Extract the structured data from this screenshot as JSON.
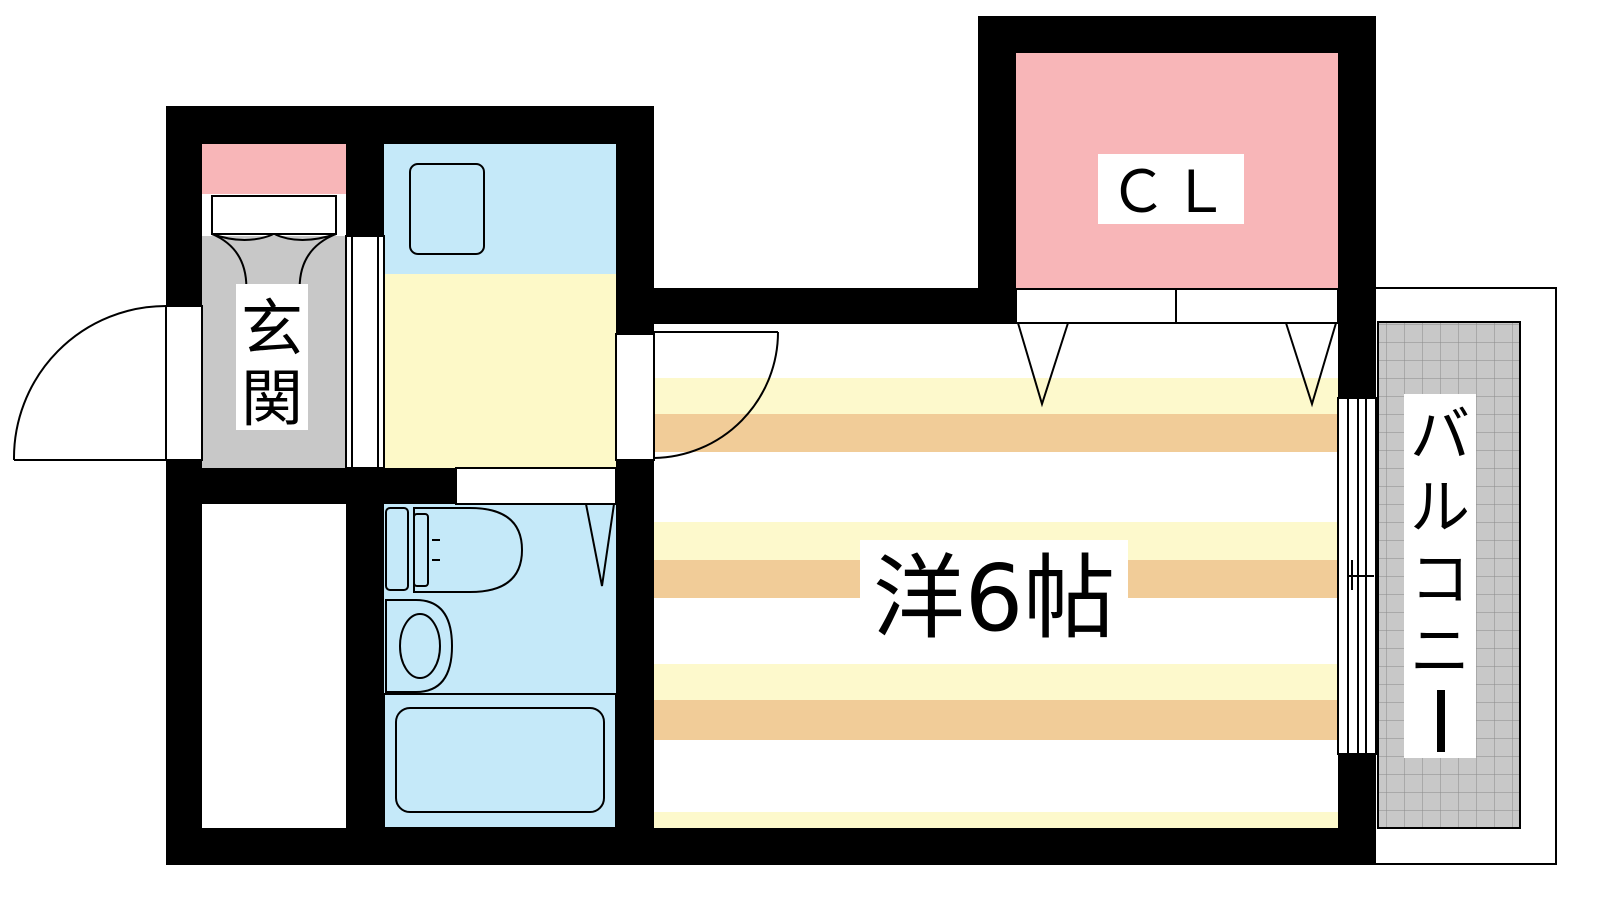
{
  "rooms": {
    "closet_label": "ＣＬ",
    "main_room_label": "洋6帖",
    "entrance_label_1": "玄",
    "entrance_label_2": "関",
    "balcony_label_1": "バ",
    "balcony_label_2": "ル",
    "balcony_label_3": "コ",
    "balcony_label_4": "ニ",
    "balcony_label_5": "ー"
  },
  "colors": {
    "wall": "#000000",
    "closet": "#f8b6b8",
    "shoe_shelf": "#f8b6b8",
    "wet_area": "#c5e9f9",
    "kitchen_floor": "#fdf9c8",
    "floor_stripe_light": "#fdf9cc",
    "floor_stripe_dark": "#f1cc98",
    "entrance_floor": "#c8c8c8",
    "balcony_grid": "#c8c8c8"
  }
}
